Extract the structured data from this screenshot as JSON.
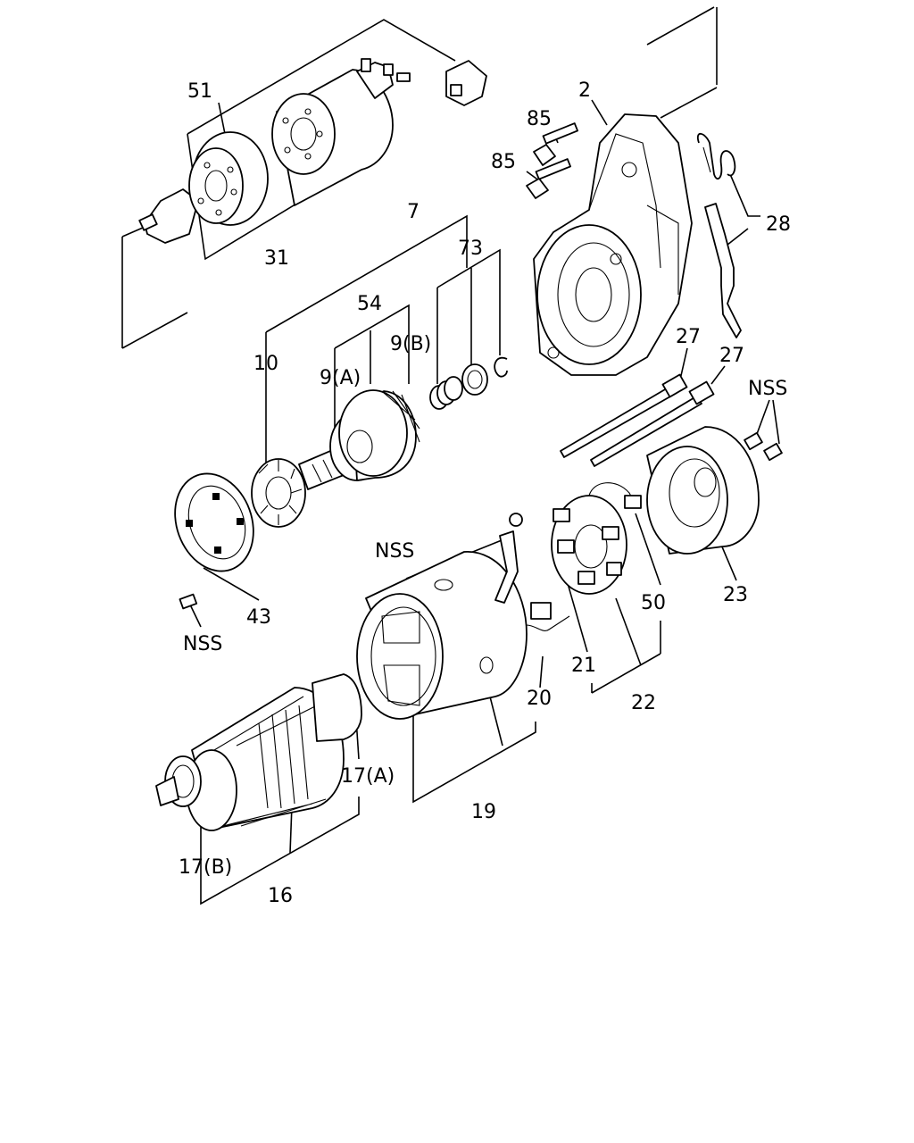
{
  "callouts": {
    "c51": "51",
    "c31": "31",
    "c2": "2",
    "c85a": "85",
    "c85b": "85",
    "c28": "28",
    "c7": "7",
    "c73": "73",
    "c54": "54",
    "c9b": "9(B)",
    "c9a": "9(A)",
    "c10": "10",
    "c27a": "27",
    "c27b": "27",
    "cnss1": "NSS",
    "cnss2": "NSS",
    "cnss3": "NSS",
    "c43": "43",
    "c23": "23",
    "c50": "50",
    "c21": "21",
    "c22": "22",
    "c20": "20",
    "c19": "19",
    "c17a": "17(A)",
    "c17b": "17(B)",
    "c16": "16"
  }
}
